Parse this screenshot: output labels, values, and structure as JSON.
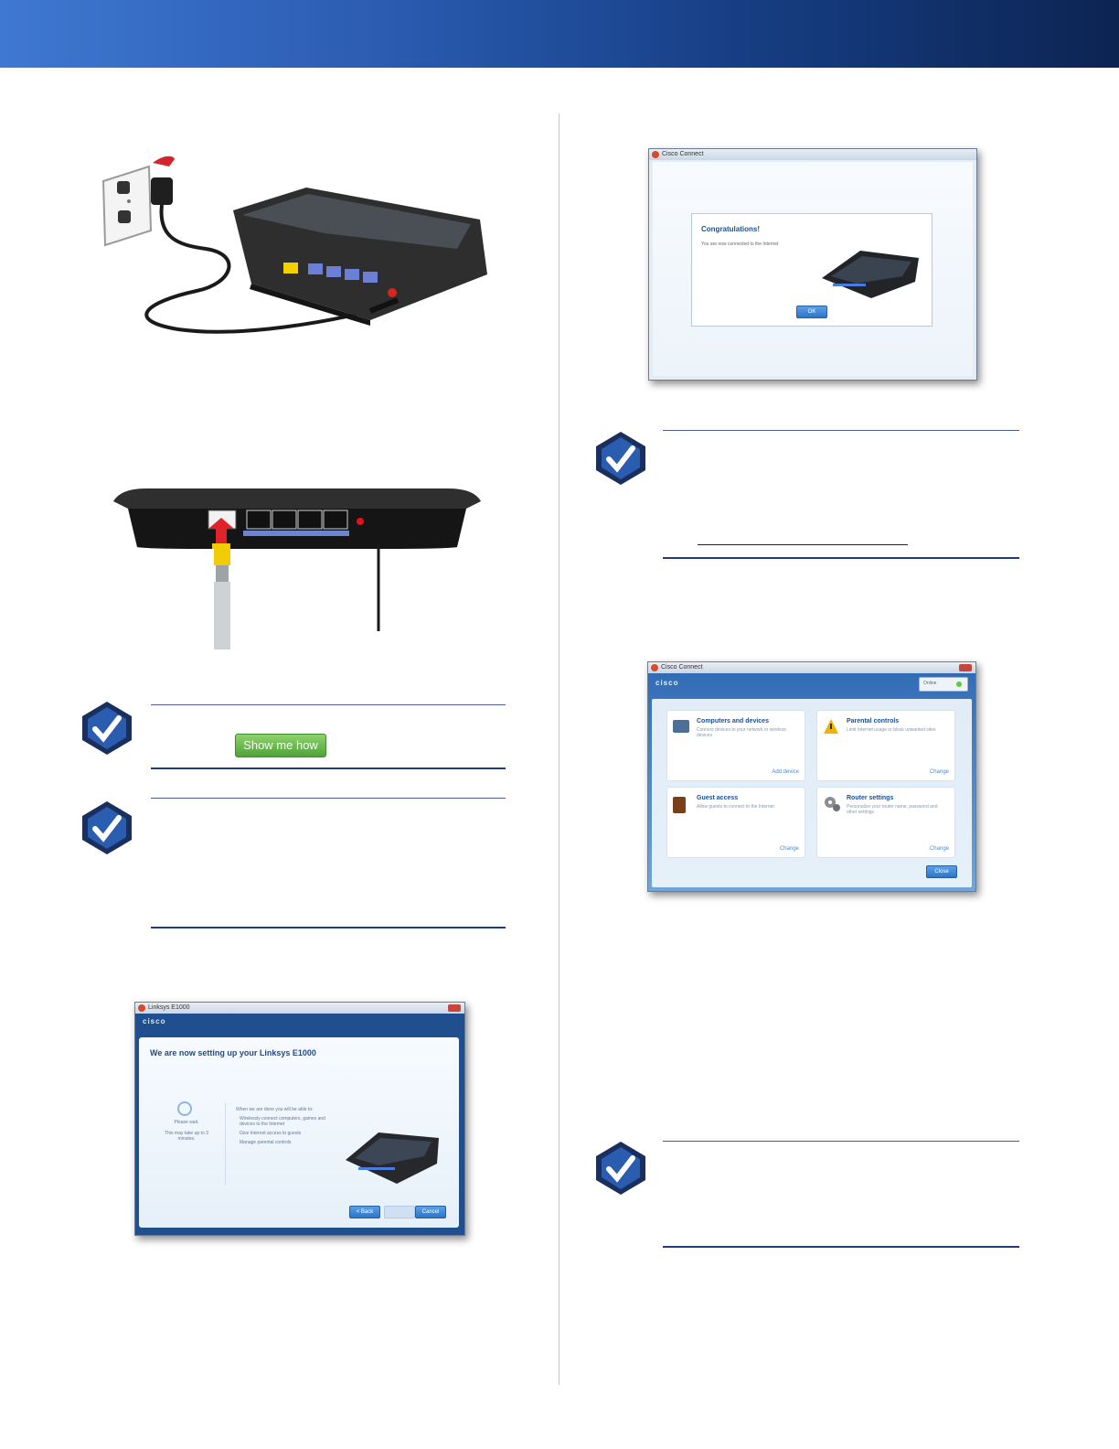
{
  "colors": {
    "header_start": "#3f78d2",
    "header_end": "#0c2452",
    "note_rule": "#1f3d7a",
    "button_green": "#5ab043",
    "checkmark_blue": "#1f4e9a"
  },
  "left": {
    "note_button": {
      "label": "Show me how",
      "icon": "green-button"
    },
    "setup_window": {
      "window_title": "Linksys E1000",
      "brand": "cisco",
      "heading": "We are now setting up your Linksys E1000",
      "wait_text": "Please wait.",
      "time_text": "This may take up to 3 minutes.",
      "intro": "When we are done you will be able to:",
      "bullets": [
        "Wirelessly connect computers, games and devices to the Internet",
        "Give Internet access to guests",
        "Manage parental controls"
      ],
      "back_button": "< Back",
      "cancel_button": "Cancel"
    }
  },
  "right": {
    "congrats_window": {
      "window_title": "Cisco Connect",
      "heading": "Congratulations!",
      "message": "You are now connected to the Internet",
      "ok_button": "OK"
    },
    "main_window": {
      "window_title": "Cisco Connect",
      "brand": "cisco",
      "status": "Online",
      "tiles": [
        {
          "title": "Computers and devices",
          "desc": "Connect devices to your network or wireless devices",
          "action": "Add device"
        },
        {
          "title": "Parental controls",
          "desc": "Limit Internet usage or block unwanted sites",
          "action": "Change"
        },
        {
          "title": "Guest access",
          "desc": "Allow guests to connect to the Internet",
          "action": "Change"
        },
        {
          "title": "Router settings",
          "desc": "Personalize your router name, password and other settings",
          "action": "Change"
        }
      ],
      "close_button": "Close"
    }
  },
  "icons": [
    "power-outlet-icon",
    "router-icon",
    "check-note-icon",
    "ethernet-cable-icon"
  ]
}
